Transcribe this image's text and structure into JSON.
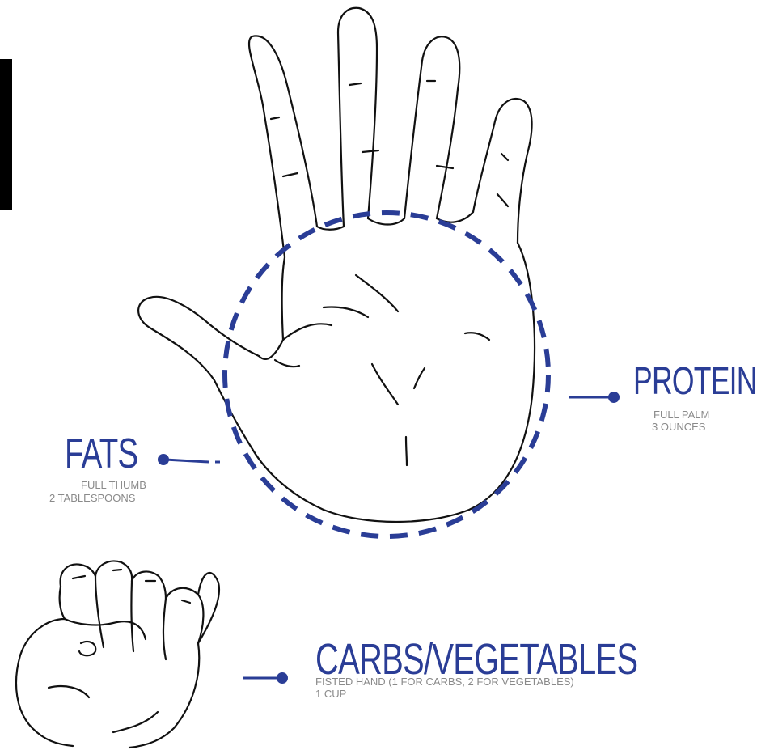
{
  "colors": {
    "accent": "#2a3d96",
    "outline": "#111111",
    "caption": "#8a8a8a"
  },
  "labels": {
    "protein": {
      "title": "PROTEIN",
      "line1": "FULL PALM",
      "line2": "3 OUNCES"
    },
    "fats": {
      "title": "FATS",
      "line1": "FULL THUMB",
      "line2": "2 TABLESPOONS"
    },
    "carbs": {
      "title": "CARBS/VEGETABLES",
      "line1": "FISTED HAND (1 FOR CARBS, 2 FOR VEGETABLES)",
      "line2": "1 CUP"
    }
  },
  "icons": [
    "open-hand-illustration",
    "fist-illustration",
    "palm-circle-marker"
  ]
}
